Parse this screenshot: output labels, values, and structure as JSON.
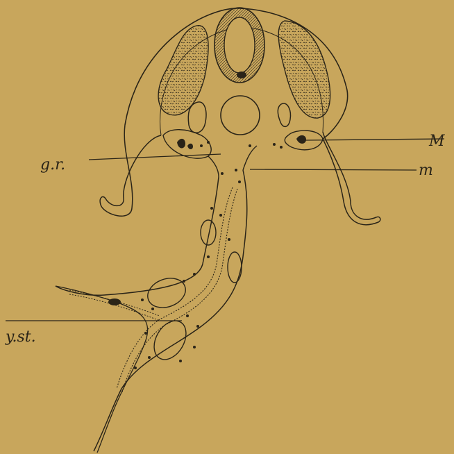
{
  "colors": {
    "background": "#c8a65c",
    "ink": "#2a2418"
  },
  "labels": {
    "gr": "g.r.",
    "M": "M",
    "m": "m",
    "yst": "y.st."
  }
}
